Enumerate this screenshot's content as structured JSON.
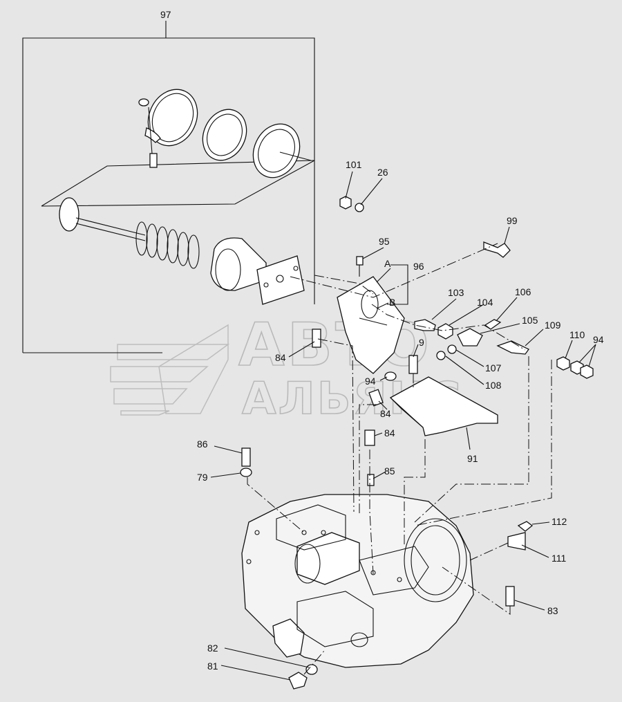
{
  "watermark": {
    "line1": "АВТО",
    "line2": "АЛЬЯНС"
  },
  "labels": {
    "l97": "97",
    "l101": "101",
    "l26": "26",
    "l99": "99",
    "l95": "95",
    "lA": "A",
    "l96": "96",
    "lB": "B",
    "l103": "103",
    "l104": "104",
    "l106": "106",
    "l105": "105",
    "l109": "109",
    "l110": "110",
    "l94a": "94",
    "l84a": "84",
    "l9": "9",
    "l94b": "94",
    "l108": "108",
    "l107": "107",
    "l84b": "84",
    "l84c": "84",
    "l91": "91",
    "l86": "86",
    "l79": "79",
    "l85": "85",
    "l112": "112",
    "l111": "111",
    "l83": "83",
    "l82": "82",
    "l81": "81"
  }
}
